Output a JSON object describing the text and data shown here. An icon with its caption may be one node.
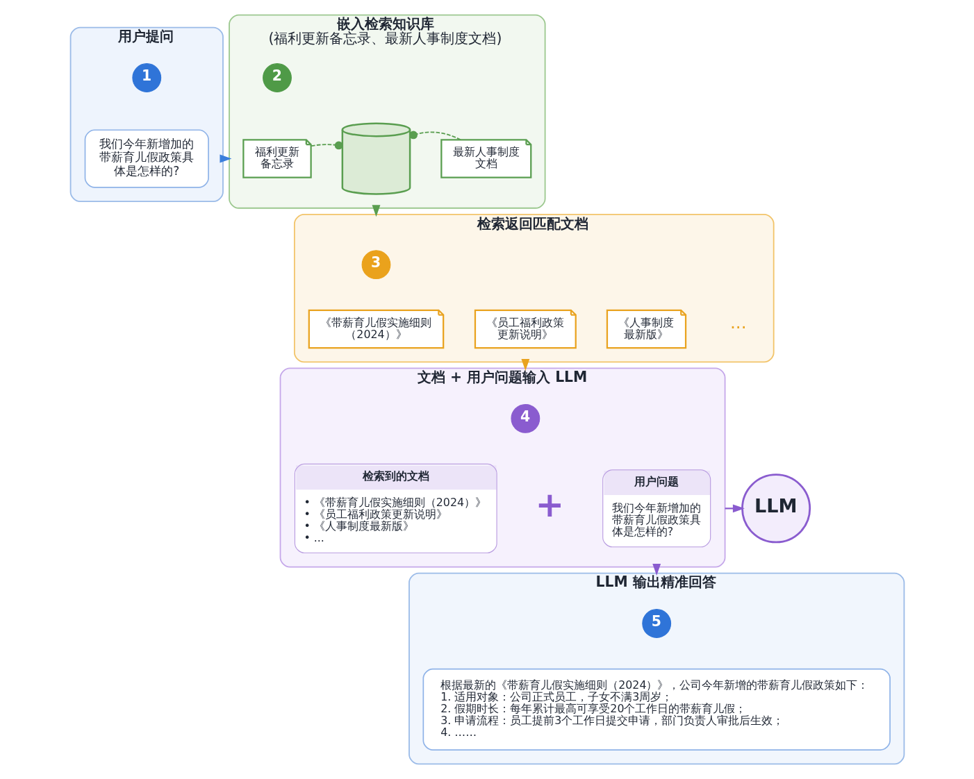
{
  "diagram": {
    "nodes": [
      {
        "text": [
          "用户提问"
        ]
      },
      {
        "text": [
          "1"
        ],
        "in": 0
      },
      {
        "text": [
          "我们今年新增加的带薪育儿假政策具体是怎样的?"
        ],
        "in": 0
      },
      {
        "text": [
          "嵌入检索知识库",
          "(福利更新备忘录、最新人事制度文档)"
        ]
      },
      {
        "text": [
          "2"
        ],
        "in": 3
      },
      {
        "text": [
          "福利更新备忘录"
        ],
        "in": 3
      },
      {
        "text": [],
        "shape": "cylinder",
        "in": 3
      },
      {
        "text": [
          "最新人事制度文档"
        ],
        "in": 3
      },
      {
        "text": [
          "检索返回匹配文档"
        ]
      },
      {
        "text": [
          "3"
        ],
        "in": 8
      },
      {
        "text": [
          "《带薪育儿假实施细则（2024）》"
        ],
        "in": 8
      },
      {
        "text": [
          "《员工福利政策更新说明》"
        ],
        "in": 8
      },
      {
        "text": [
          "《人事制度最新版》"
        ],
        "in": 8
      },
      {
        "text": [
          "文档 + 用户问题输入 LLM"
        ]
      },
      {
        "text": [
          "4"
        ],
        "in": 13
      },
      {
        "text": [
          "检索到的文档",
          "• 《带薪育儿假实施细则（2024）》",
          "• 《员工福利政策更新说明》",
          "• 《人事制度最新版》",
          "• ..."
        ],
        "in": 13
      },
      {
        "text": [
          "用户问题",
          "我们今年新增加的带薪育儿假政策具体是怎样的?"
        ],
        "in": 13
      },
      {
        "text": [
          "LLM"
        ]
      },
      {
        "text": [
          "LLM 输出精准回答"
        ]
      },
      {
        "text": [
          "5"
        ],
        "in": 18
      },
      {
        "text": [
          "根据最新的《带薪育儿假实施细则（2024）》，公司今年新增的带薪育儿假政策如下：",
          "1. 适用对象：公司正式员工，子女不满3周岁；",
          "2. 假期时长：每年累计最高可享受20个工作日的带薪育儿假；",
          "3. 申请流程：员工提前3个工作日提交申请，部门负责人审批后生效；",
          "4. ……"
        ],
        "in": 18
      }
    ],
    "edges": [
      {
        "from": 0,
        "to": 3,
        "arrow": "to",
        "color": "#3b7fdc"
      },
      {
        "from": 5,
        "to": 6,
        "arrow": "other",
        "style": "dashed",
        "color": "#5a9e50"
      },
      {
        "from": 7,
        "to": 6,
        "arrow": "other",
        "style": "dashed",
        "color": "#5a9e50"
      },
      {
        "from": 3,
        "to": 8,
        "arrow": "to",
        "color": "#5a9e50"
      },
      {
        "from": 8,
        "to": 13,
        "arrow": "to",
        "color": "#e9a320"
      },
      {
        "from": 13,
        "to": 18,
        "arrow": "to",
        "color": "#8a5ccf"
      },
      {
        "from": 13,
        "to": 17,
        "arrow": "to",
        "color": "#8a5ccf"
      }
    ],
    "labels": [
      "···",
      "+"
    ]
  }
}
